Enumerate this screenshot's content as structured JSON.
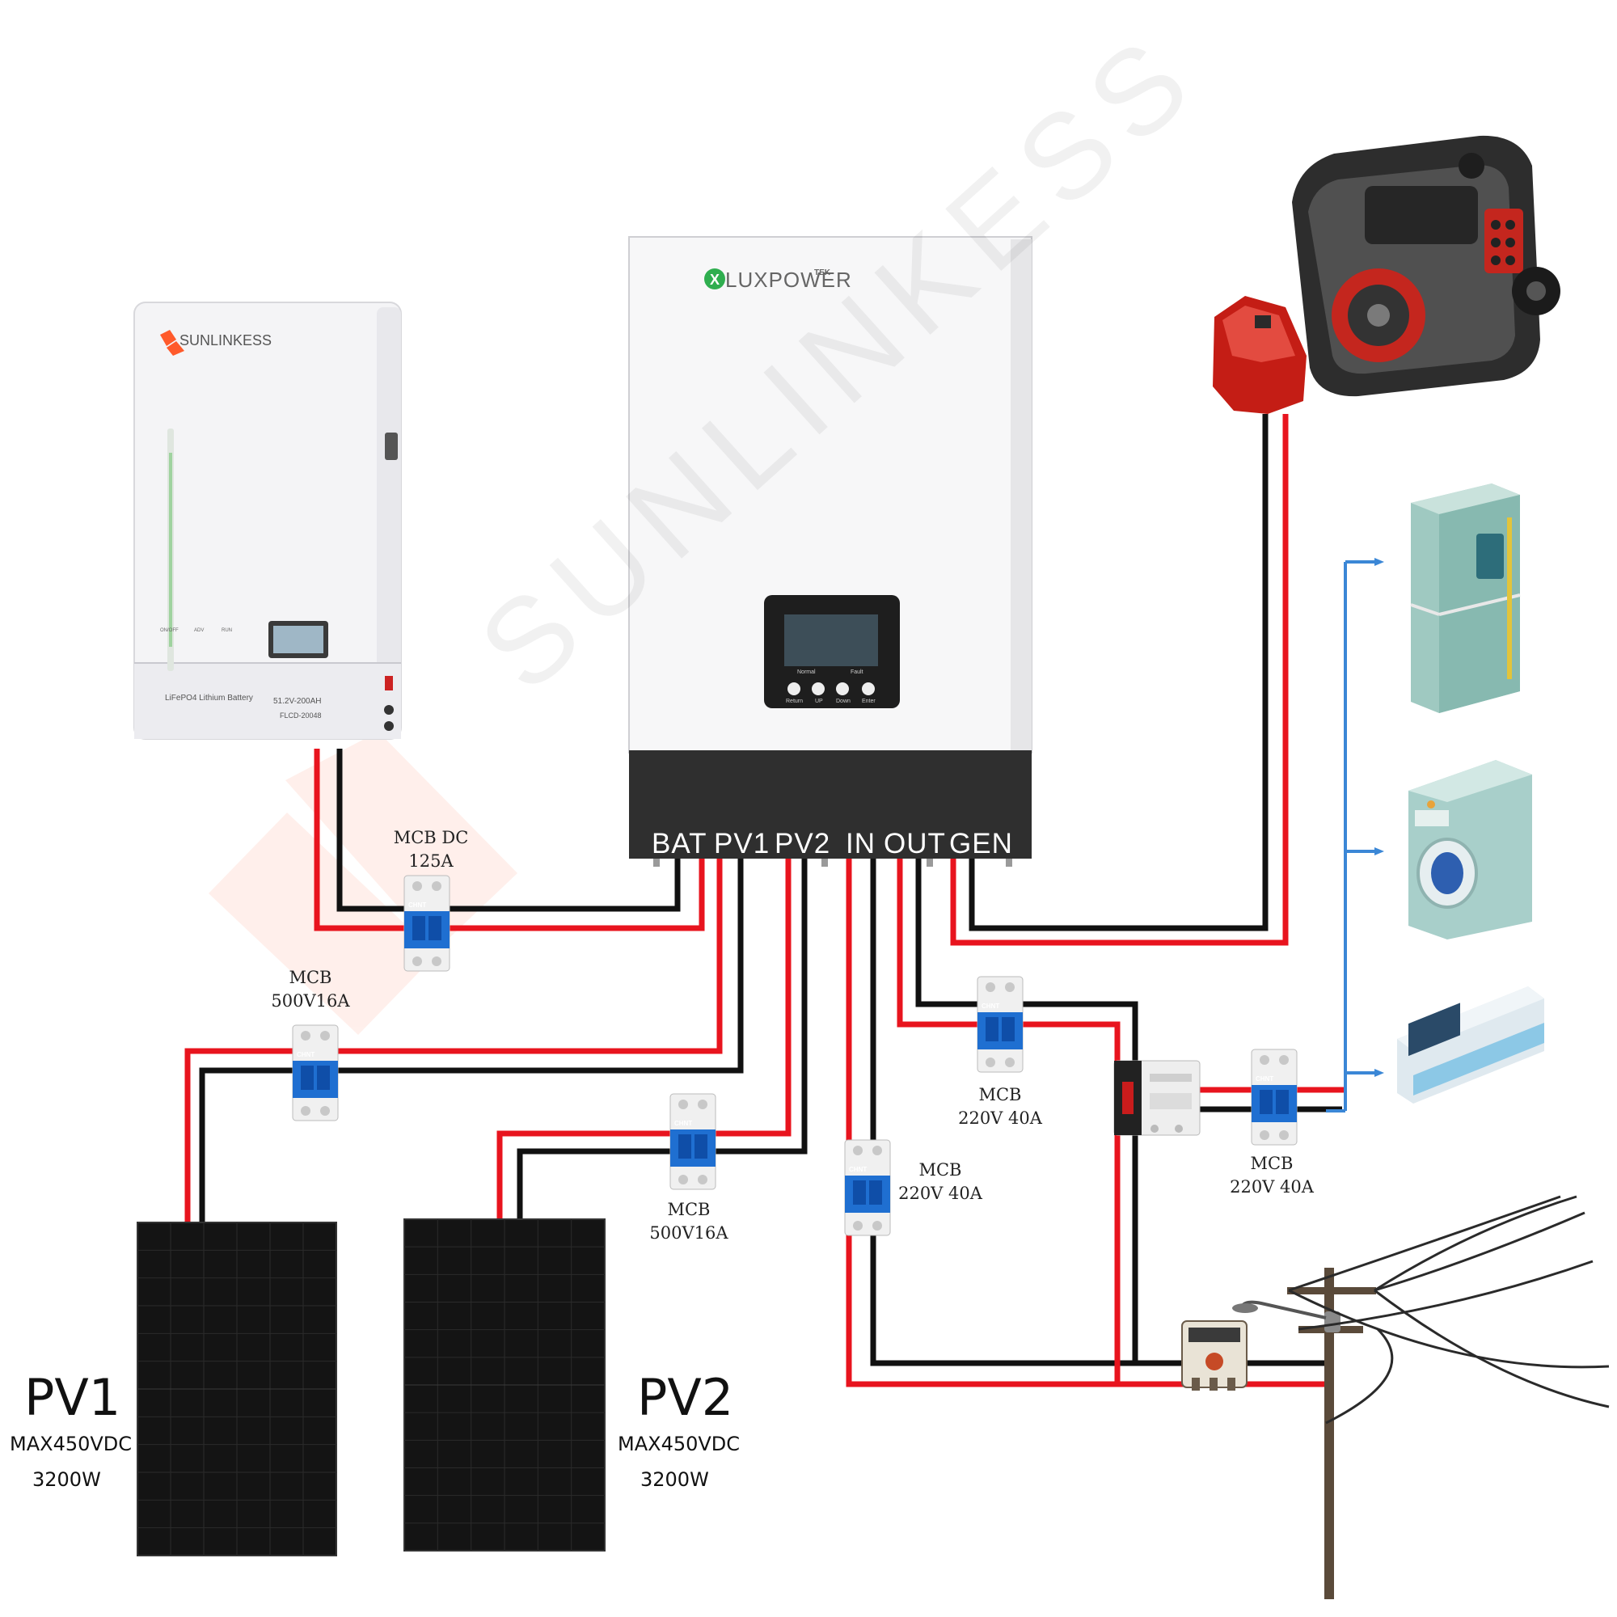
{
  "watermark": "SUNLINKESS",
  "battery": {
    "brand": "SUNLINKESS",
    "model_line": "LiFePO4 Lithium Battery",
    "spec": "51.2V-200AH",
    "code": "FLCD-20048",
    "buttons": [
      "ON/OFF",
      "ADV",
      "RUN"
    ]
  },
  "inverter": {
    "brand": "LUXPOWER",
    "brand_suffix": "TEK",
    "keys": [
      "Return",
      "UP",
      "Down",
      "Enter"
    ],
    "indicators": [
      "Normal",
      "Fault"
    ],
    "ports": [
      "BAT",
      "PV1",
      "PV2",
      "IN",
      "OUT",
      "GEN"
    ]
  },
  "breakers": {
    "bat": {
      "line1": "MCB  DC",
      "line2": "125A"
    },
    "pv1": {
      "line1": "MCB",
      "line2": "500V16A"
    },
    "pv2": {
      "line1": "MCB",
      "line2": "500V16A"
    },
    "grid_in": {
      "line1": "MCB",
      "line2": "220V  40A"
    },
    "out": {
      "line1": "MCB",
      "line2": "220V  40A"
    },
    "load": {
      "line1": "MCB",
      "line2": "220V  40A"
    },
    "brand_mark": "CHNT"
  },
  "panels": {
    "pv1": {
      "title": "PV1",
      "voltage": "MAX450VDC",
      "power": "3200W"
    },
    "pv2": {
      "title": "PV2",
      "voltage": "MAX450VDC",
      "power": "3200W"
    }
  },
  "colors": {
    "positive_wire": "#e8141e",
    "negative_wire": "#111111",
    "load_bus": "#3b87d6",
    "inverter_bottom": "#2f2f2f",
    "breaker_blue": "#1f6fd1"
  },
  "icons": [
    "generator-icon",
    "fuel-can-icon",
    "refrigerator-icon",
    "washing-machine-icon",
    "air-conditioner-icon",
    "utility-pole-icon",
    "energy-meter-icon",
    "transfer-switch-icon"
  ]
}
